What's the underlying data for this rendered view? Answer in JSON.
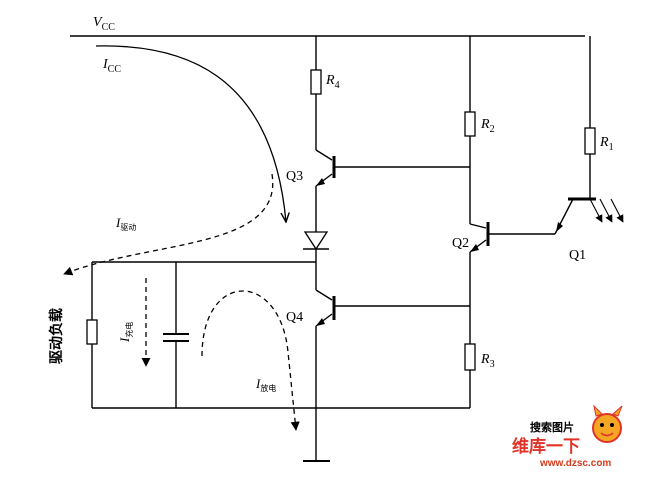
{
  "supply": {
    "main": "V",
    "sub": "CC"
  },
  "currents": {
    "icc": {
      "main": "I",
      "sub": "CC"
    },
    "drive": {
      "main": "I",
      "sub": "驱动"
    },
    "charge": {
      "main": "I",
      "sub": "充电"
    },
    "discharge": {
      "main": "I",
      "sub": "放电"
    }
  },
  "resistors": {
    "r1": {
      "main": "R",
      "sub": "1"
    },
    "r2": {
      "main": "R",
      "sub": "2"
    },
    "r3": {
      "main": "R",
      "sub": "3"
    },
    "r4": {
      "main": "R",
      "sub": "4"
    }
  },
  "transistors": {
    "q1": "Q1",
    "q2": "Q2",
    "q3": "Q3",
    "q4": "Q4"
  },
  "load_label": "驱动负载",
  "watermark": {
    "text": "维库一下",
    "url": "www.dzsc.com",
    "badge": "搜索图片",
    "colors": {
      "primary": "#e0342a",
      "accent": "#f5a623"
    }
  }
}
